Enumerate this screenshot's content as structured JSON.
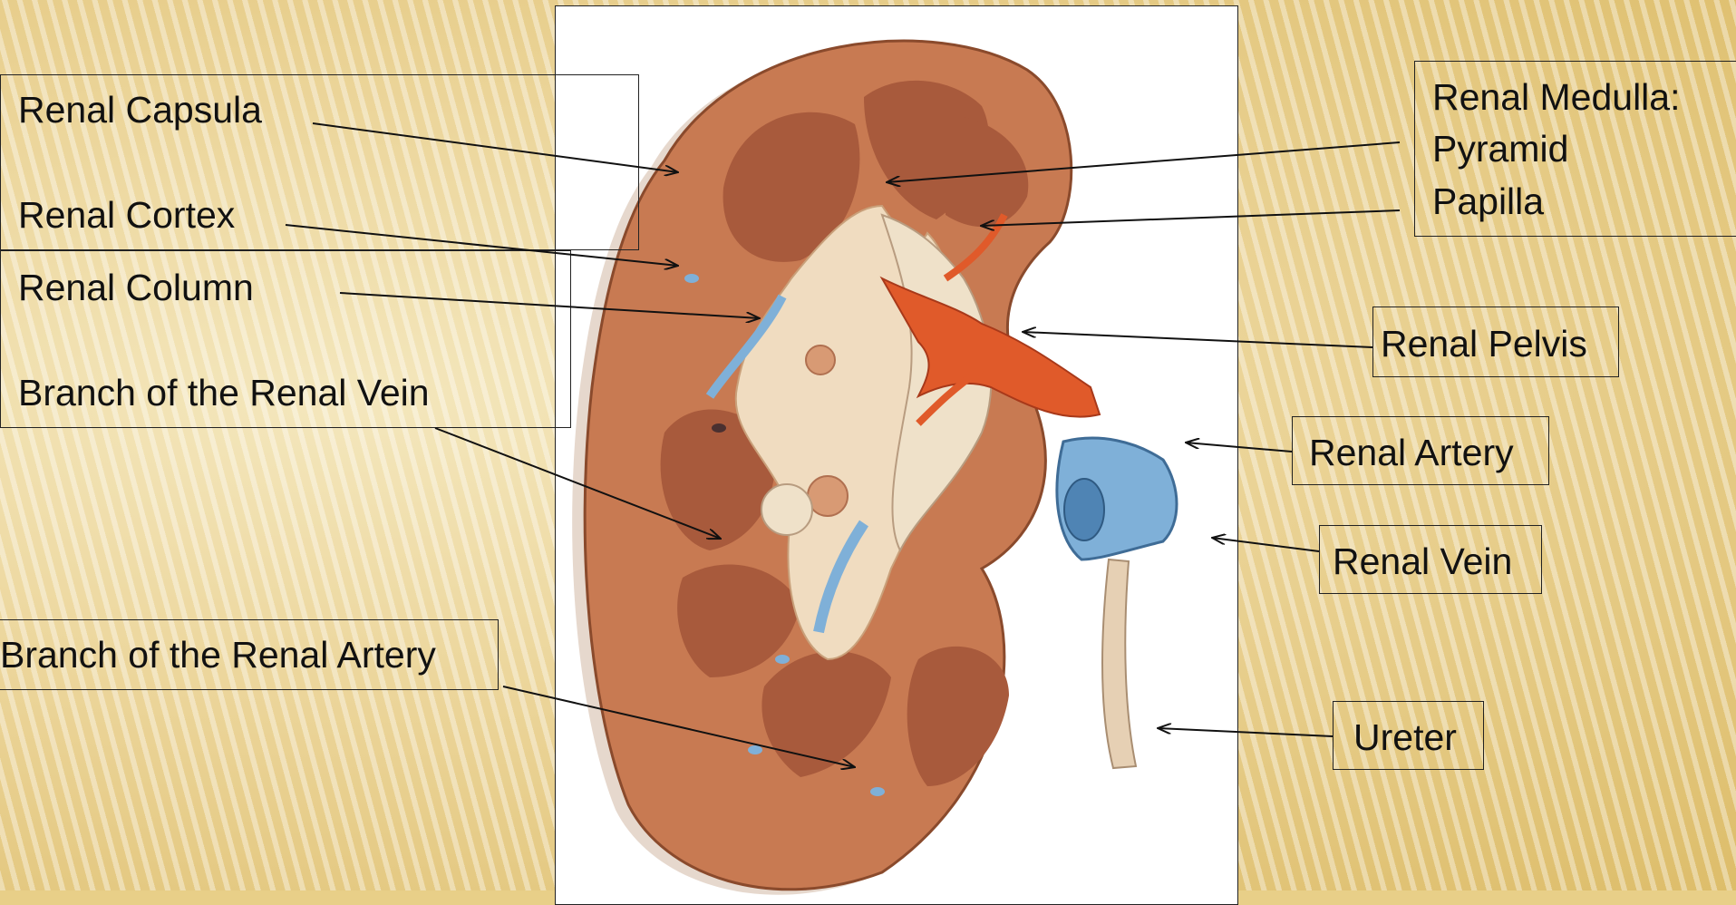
{
  "labels": {
    "renal_capsula": "Renal Capsula",
    "renal_cortex": "Renal Cortex",
    "renal_column": "Renal Column",
    "branch_renal_vein": "Branch of the Renal Vein",
    "branch_renal_artery": "Branch of the Renal Artery",
    "renal_medulla": "Renal Medulla:",
    "pyramid": "Pyramid",
    "papilla": "Papilla",
    "renal_pelvis": "Renal Pelvis",
    "renal_artery": "Renal Artery",
    "renal_vein": "Renal Vein",
    "ureter": "Ureter"
  },
  "colors": {
    "cortex": "#c87a52",
    "medulla": "#a85a3c",
    "sinus": "#f0dcc0",
    "artery": "#e05a2a",
    "vein": "#7fb0d8",
    "outline": "#222222"
  }
}
